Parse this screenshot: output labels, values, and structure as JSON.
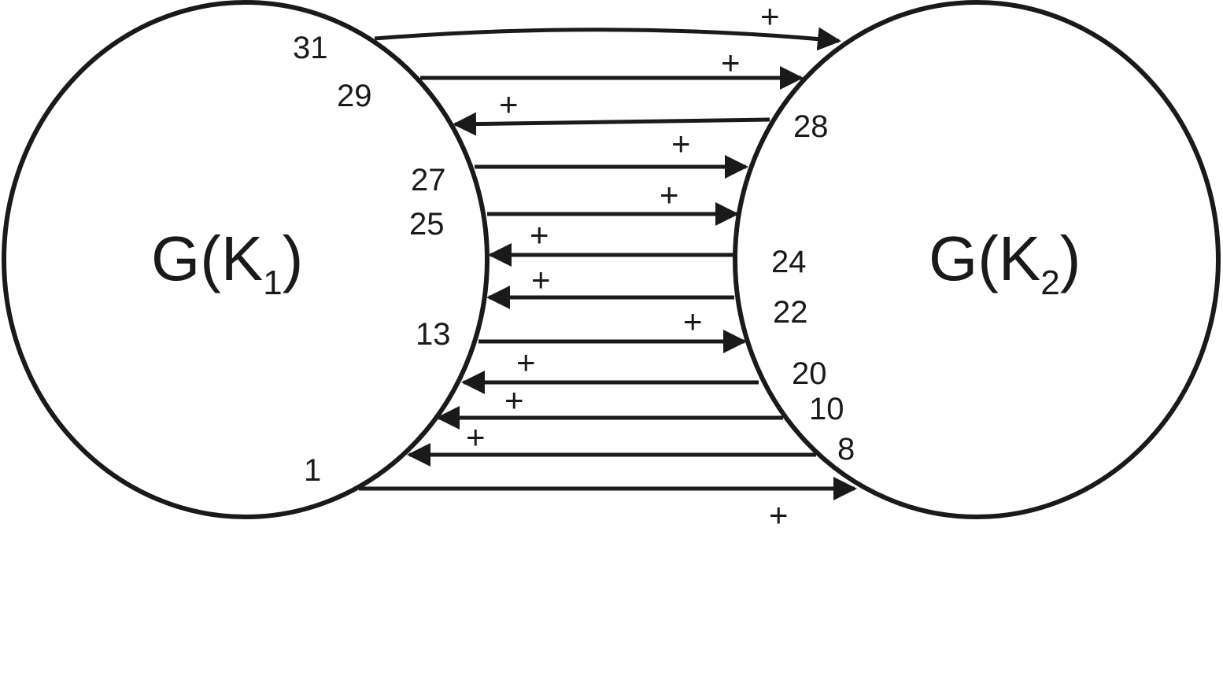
{
  "graphs": [
    {
      "id": "g1",
      "main": "G(K",
      "sub": "1",
      "close": ")"
    },
    {
      "id": "g2",
      "main": "G(K",
      "sub": "2",
      "close": ")"
    }
  ],
  "arcs": [
    {
      "id": "a31",
      "label": "31",
      "direction": "to-K2",
      "sign": "+"
    },
    {
      "id": "a29",
      "label": "29",
      "direction": "to-K2",
      "sign": "+"
    },
    {
      "id": "a28",
      "label": "28",
      "direction": "to-K1",
      "sign": "+"
    },
    {
      "id": "a27",
      "label": "27",
      "direction": "to-K2",
      "sign": "+"
    },
    {
      "id": "a25",
      "label": "25",
      "direction": "to-K2",
      "sign": "+"
    },
    {
      "id": "a24",
      "label": "24",
      "direction": "to-K1",
      "sign": "+"
    },
    {
      "id": "a22",
      "label": "22",
      "direction": "to-K1",
      "sign": "+"
    },
    {
      "id": "a13",
      "label": "13",
      "direction": "to-K2",
      "sign": "+"
    },
    {
      "id": "a20",
      "label": "20",
      "direction": "to-K1",
      "sign": "+"
    },
    {
      "id": "a10",
      "label": "10",
      "direction": "to-K1",
      "sign": "+"
    },
    {
      "id": "a8",
      "label": "8",
      "direction": "to-K1",
      "sign": "+"
    },
    {
      "id": "a1",
      "label": "1",
      "direction": "to-K2",
      "sign": "+"
    }
  ]
}
